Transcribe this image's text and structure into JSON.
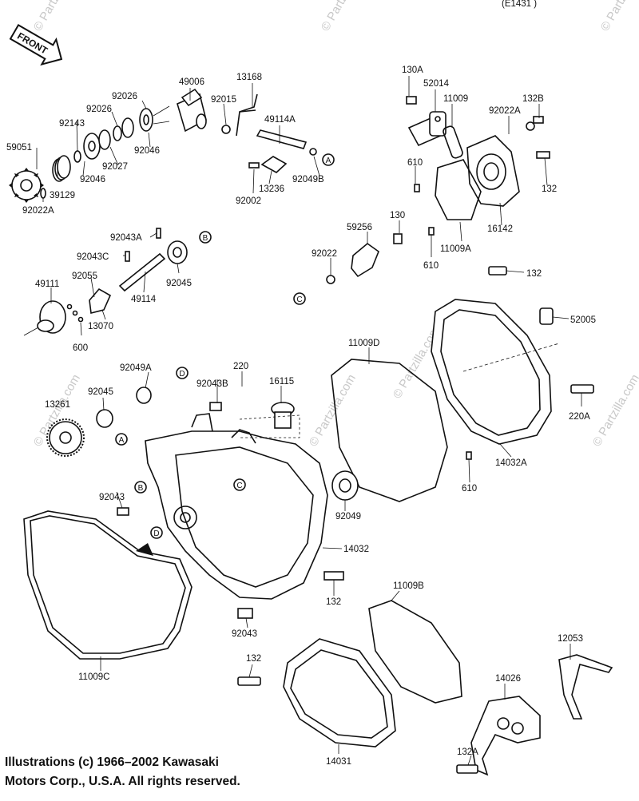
{
  "header_code": "(E1431 )",
  "front_marker": "FRONT",
  "copyright_line1": "Illustrations (c) 1966–2002 Kawasaki",
  "copyright_line2": "Motors Corp., U.S.A.  All rights reserved.",
  "watermark": "© Partzilla.com",
  "ref_markers": {
    "a": "A",
    "b": "B",
    "c": "C",
    "d": "D"
  },
  "labels": {
    "p49006": "49006",
    "p13168": "13168",
    "p92026a": "92026",
    "p92015": "92015",
    "p92026b": "92026",
    "p49114A": "49114A",
    "p92143": "92143",
    "p59051": "59051",
    "p92046a": "92046",
    "p92027": "92027",
    "p92046b": "92046",
    "p39129": "39129",
    "p92022A": "92022A",
    "p13236": "13236",
    "p92049B": "92049B",
    "p92002": "92002",
    "p130A": "130A",
    "p52014": "52014",
    "p11009": "11009",
    "p92022Aright": "92022A",
    "p132B": "132B",
    "p610a": "610",
    "p132a": "132",
    "p130": "130",
    "p59256": "59256",
    "p16142": "16142",
    "p11009A": "11009A",
    "p610b": "610",
    "p92022": "92022",
    "p92043A": "92043A",
    "p92043C": "92043C",
    "p92055": "92055",
    "p49111": "49111",
    "p92045a": "92045",
    "p49114": "49114",
    "p13070": "13070",
    "p600": "600",
    "p132c": "132",
    "p52005": "52005",
    "p11009D": "11009D",
    "p92049A": "92049A",
    "p92043B": "92043B",
    "p220": "220",
    "p16115": "16115",
    "p13261": "13261",
    "p92045b": "92045",
    "p220A": "220A",
    "p14032A": "14032A",
    "p610c": "610",
    "p92043a": "92043",
    "p92049": "92049",
    "p14032": "14032",
    "p132d": "132",
    "p92043b": "92043",
    "p11009B": "11009B",
    "p12053": "12053",
    "p11009C": "11009C",
    "p132e": "132",
    "p14026": "14026",
    "p132A": "132A",
    "p14031": "14031"
  }
}
